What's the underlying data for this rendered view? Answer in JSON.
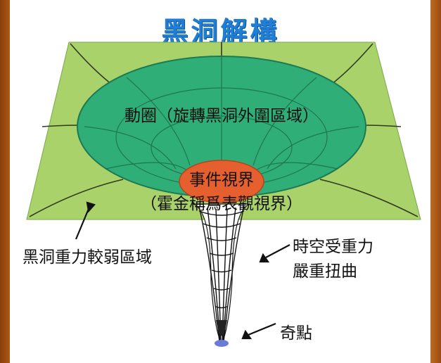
{
  "title": "黑洞解構",
  "labels": {
    "ergosphere": "動圈（旋轉黑洞外圍區域）",
    "event_horizon_line1": "事件視界",
    "event_horizon_line2": "（霍金稱爲表觀視界）",
    "weak_gravity": "黑洞重力較弱區域",
    "spacetime_line1": "時空受重力",
    "spacetime_line2": "嚴重扭曲",
    "singularity": "奇點"
  },
  "colors": {
    "title": "#1f7fd6",
    "plane": "#a9d36a",
    "ergosphere": "#2fae78",
    "event_horizon": "#e5602e",
    "frame": "#c96a18"
  }
}
